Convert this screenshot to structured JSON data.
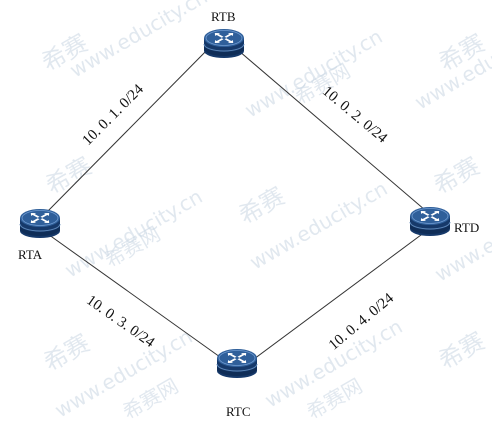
{
  "colors": {
    "background": "#ffffff",
    "link": "#333333",
    "router_top": "#2f5f9a",
    "router_band": "#0f2d57",
    "router_side": "#16396a",
    "watermark": "#c9d6e3"
  },
  "routers": [
    {
      "id": "rta",
      "label": "RTA",
      "icon": "router-icon"
    },
    {
      "id": "rtb",
      "label": "RTB",
      "icon": "router-icon"
    },
    {
      "id": "rtc",
      "label": "RTC",
      "icon": "router-icon"
    },
    {
      "id": "rtd",
      "label": "RTD",
      "icon": "router-icon"
    }
  ],
  "links": [
    {
      "id": "ab",
      "from": "RTA",
      "to": "RTB",
      "network": "10. 0. 1. 0/24"
    },
    {
      "id": "bd",
      "from": "RTB",
      "to": "RTD",
      "network": "10. 0. 2. 0/24"
    },
    {
      "id": "ac",
      "from": "RTA",
      "to": "RTC",
      "network": "10. 0. 3. 0/24"
    },
    {
      "id": "cd",
      "from": "RTC",
      "to": "RTD",
      "network": "10. 0. 4. 0/24"
    }
  ],
  "watermark": {
    "site": "www.educity.cn",
    "brand": "希赛",
    "brand_net": "希赛网"
  }
}
